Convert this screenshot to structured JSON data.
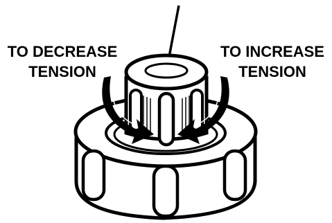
{
  "labels": {
    "decrease_line1": "TO DECREASE",
    "decrease_line2": "TENSION",
    "increase_line1": "TO INCREASE",
    "increase_line2": "TENSION"
  },
  "colors": {
    "ink": "#000000",
    "paper": "#ffffff"
  }
}
